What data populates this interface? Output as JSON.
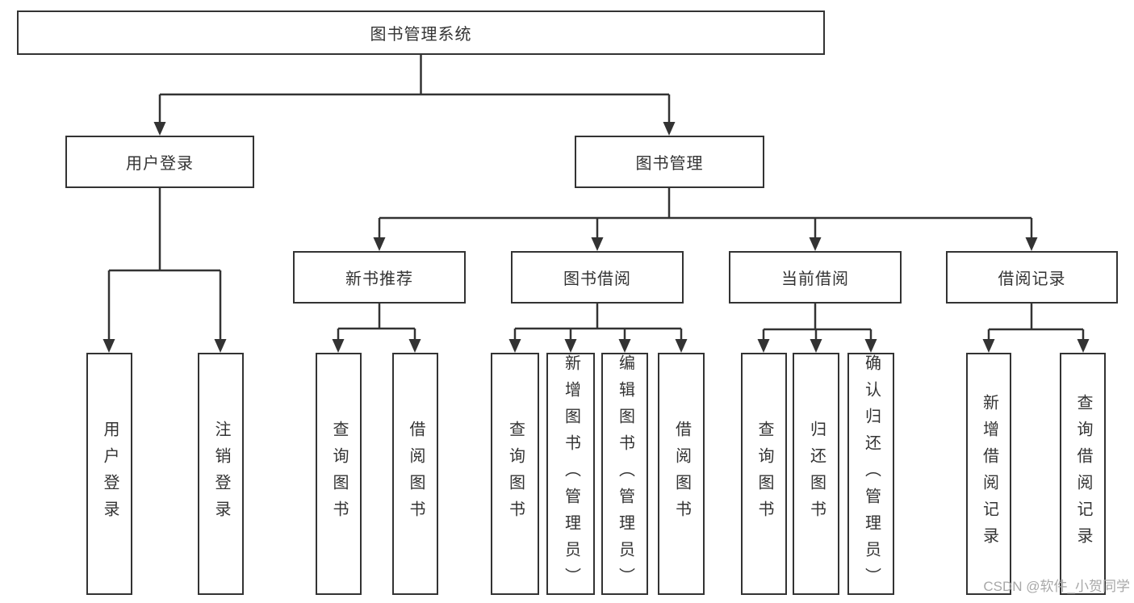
{
  "diagram": {
    "root": "图书管理系统",
    "level2": {
      "user_login": "用户登录",
      "book_management": "图书管理"
    },
    "level3": {
      "new_book_recommend": "新书推荐",
      "book_borrow": "图书借阅",
      "current_borrow": "当前借阅",
      "borrow_records": "借阅记录"
    },
    "leaves": {
      "user_login": [
        "用户登录",
        "注销登录"
      ],
      "new_book_recommend": [
        "查询图书",
        "借阅图书"
      ],
      "book_borrow": [
        "查询图书",
        "新增图书（管理员）",
        "编辑图书（管理员）",
        "借阅图书"
      ],
      "current_borrow": [
        "查询图书",
        "归还图书",
        "确认归还（管理员）"
      ],
      "borrow_records": [
        "新增借阅记录",
        "查询借阅记录"
      ]
    }
  },
  "watermark": "CSDN @软件_小贺同学",
  "colors": {
    "line": "#333333",
    "text": "#333333",
    "box_background": "#ffffff",
    "page_background": "#ffffff",
    "watermark": "#a8a8a8"
  }
}
